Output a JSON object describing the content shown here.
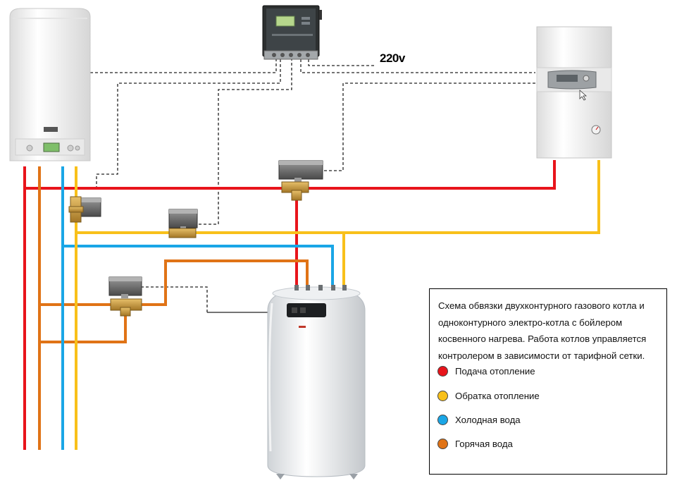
{
  "voltage_label": "220v",
  "legend": {
    "description": "Схема  обвязки двухконтурного газового котла  и одноконтурного  электро-котла  с  бойлером косвенного нагрева.  Работа котлов управляется контролером  в  зависимости  от  тарифной сетки.",
    "items": [
      {
        "label": "Подача  отопление",
        "color": "#e8141b"
      },
      {
        "label": "Обратка  отопление",
        "color": "#f8c01a"
      },
      {
        "label": "Холодная  вода",
        "color": "#1aa6e6"
      },
      {
        "label": "Горячая  вода",
        "color": "#e07316"
      }
    ]
  },
  "colors": {
    "supply": "#e8141b",
    "return": "#f8c01a",
    "cold": "#1aa6e6",
    "hot": "#e07316",
    "signal": "#222222"
  }
}
